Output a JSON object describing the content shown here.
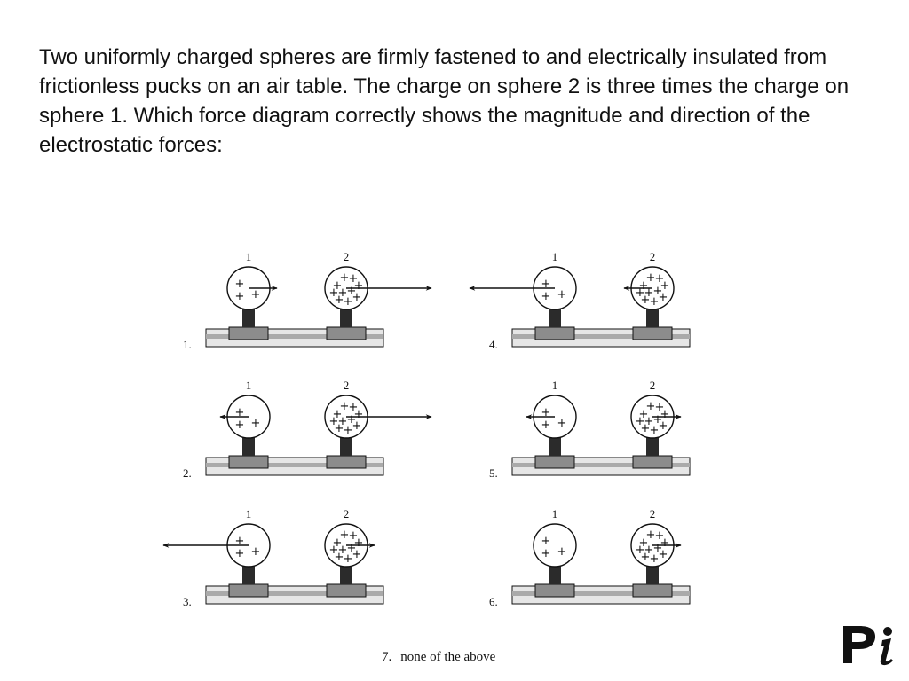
{
  "question": {
    "text": "Two uniformly charged spheres are firmly fastened to and electrically insulated from frictionless pucks on an air table. The charge on sphere 2 is three times the charge on sphere 1. Which force diagram correctly shows the magnitude and direction of the electrostatic forces:"
  },
  "sphere_labels": [
    "1",
    "2"
  ],
  "options": [
    {
      "number": "1.",
      "sphere1_force": 1,
      "sphere2_force": 3
    },
    {
      "number": "2.",
      "sphere1_force": -1,
      "sphere2_force": 3
    },
    {
      "number": "3.",
      "sphere1_force": -3,
      "sphere2_force": 1
    },
    {
      "number": "4.",
      "sphere1_force": -3,
      "sphere2_force": -1
    },
    {
      "number": "5.",
      "sphere1_force": -1,
      "sphere2_force": 1
    },
    {
      "number": "6.",
      "sphere1_force": 0,
      "sphere2_force": 1
    }
  ],
  "option_seven": {
    "number": "7.",
    "text": "none of the above"
  },
  "colors": {
    "text": "#111111",
    "table_top": "#e6e6e6",
    "table_stripe": "#aaaaaa",
    "puck": "#8c8c8c",
    "post": "#2b2b2b"
  },
  "logo": {
    "icon": "pi-logo-icon"
  }
}
